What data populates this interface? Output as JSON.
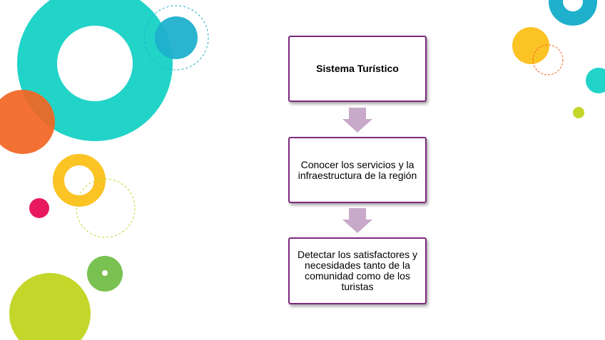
{
  "flow": {
    "steps": [
      "Sistema Turístico",
      "Conocer los servicios y la infraestructura de la región",
      "Detectar los satisfactores y necesidades tanto de la comunidad como de los turistas"
    ]
  },
  "colors": {
    "box_border": "#7b2a7e",
    "arrow": "#c9a9c9",
    "teal": "#22d3c8",
    "blue": "#1fb0cc",
    "orange": "#f26522",
    "yellow": "#fbc324",
    "lime": "#c4d62a",
    "green": "#79c150",
    "pink": "#e8195f"
  }
}
